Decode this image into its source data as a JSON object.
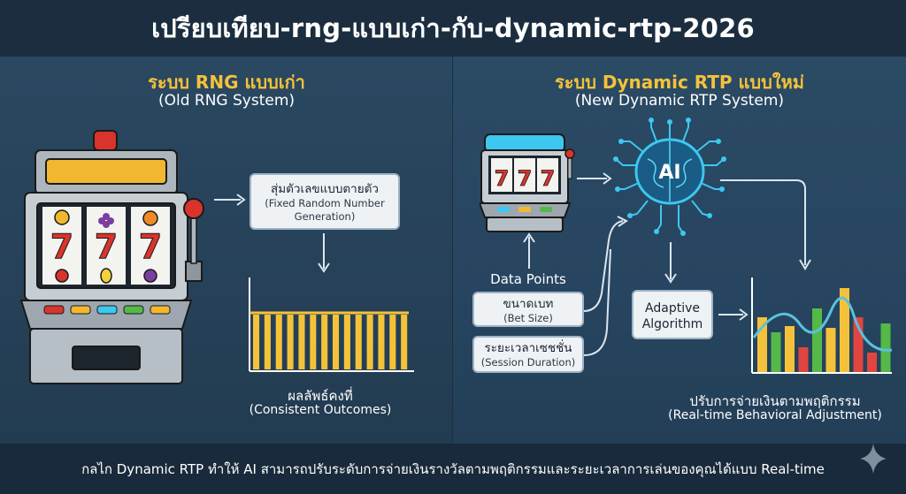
{
  "title": "เปรียบเทียบ-rng-แบบเก่า-กับ-dynamic-rtp-2026",
  "left": {
    "heading": "ระบบ RNG แบบเก่า",
    "subheading": "(Old RNG System)",
    "process_box": {
      "line1": "สุ่มตัวเลขแบบตายตัว",
      "line2": "(Fixed Random Number Generation)"
    },
    "reels": [
      "7",
      "7",
      "7"
    ],
    "outcome_label": "ผลลัพธ์คงที่",
    "outcome_sub": "(Consistent Outcomes)"
  },
  "right": {
    "heading": "ระบบ Dynamic RTP แบบใหม่",
    "subheading": "(New Dynamic RTP System)",
    "reels": [
      "7",
      "7",
      "7"
    ],
    "ai_label": "AI",
    "data_points_label": "Data Points",
    "bet_box": {
      "line1": "ขนาดเบท",
      "line2": "(Bet Size)"
    },
    "session_box": {
      "line1": "ระยะเวลาเซชชั่น",
      "line2": "(Session Duration)"
    },
    "algorithm_box": {
      "line1": "Adaptive",
      "line2": "Algorithm"
    },
    "adjust_label": "ปรับการจ่ายเงินตามพฤติกรรม",
    "adjust_sub": "(Real-time Behavioral Adjustment)"
  },
  "footer": "กลไก Dynamic RTP ทำให้ AI สามารถปรับระดับการจ่ายเงินรางวัลตามพฤติกรรมและระยะเวลาการเล่นของคุณได้แบบ Real-time",
  "colors": {
    "accent_yellow": "#f4c23a",
    "ai_cyan": "#3cc8f0",
    "bar_green": "#54b948",
    "bar_red": "#e0453f",
    "bar_yellow": "#f4c23a",
    "curve": "#5bc0de"
  }
}
